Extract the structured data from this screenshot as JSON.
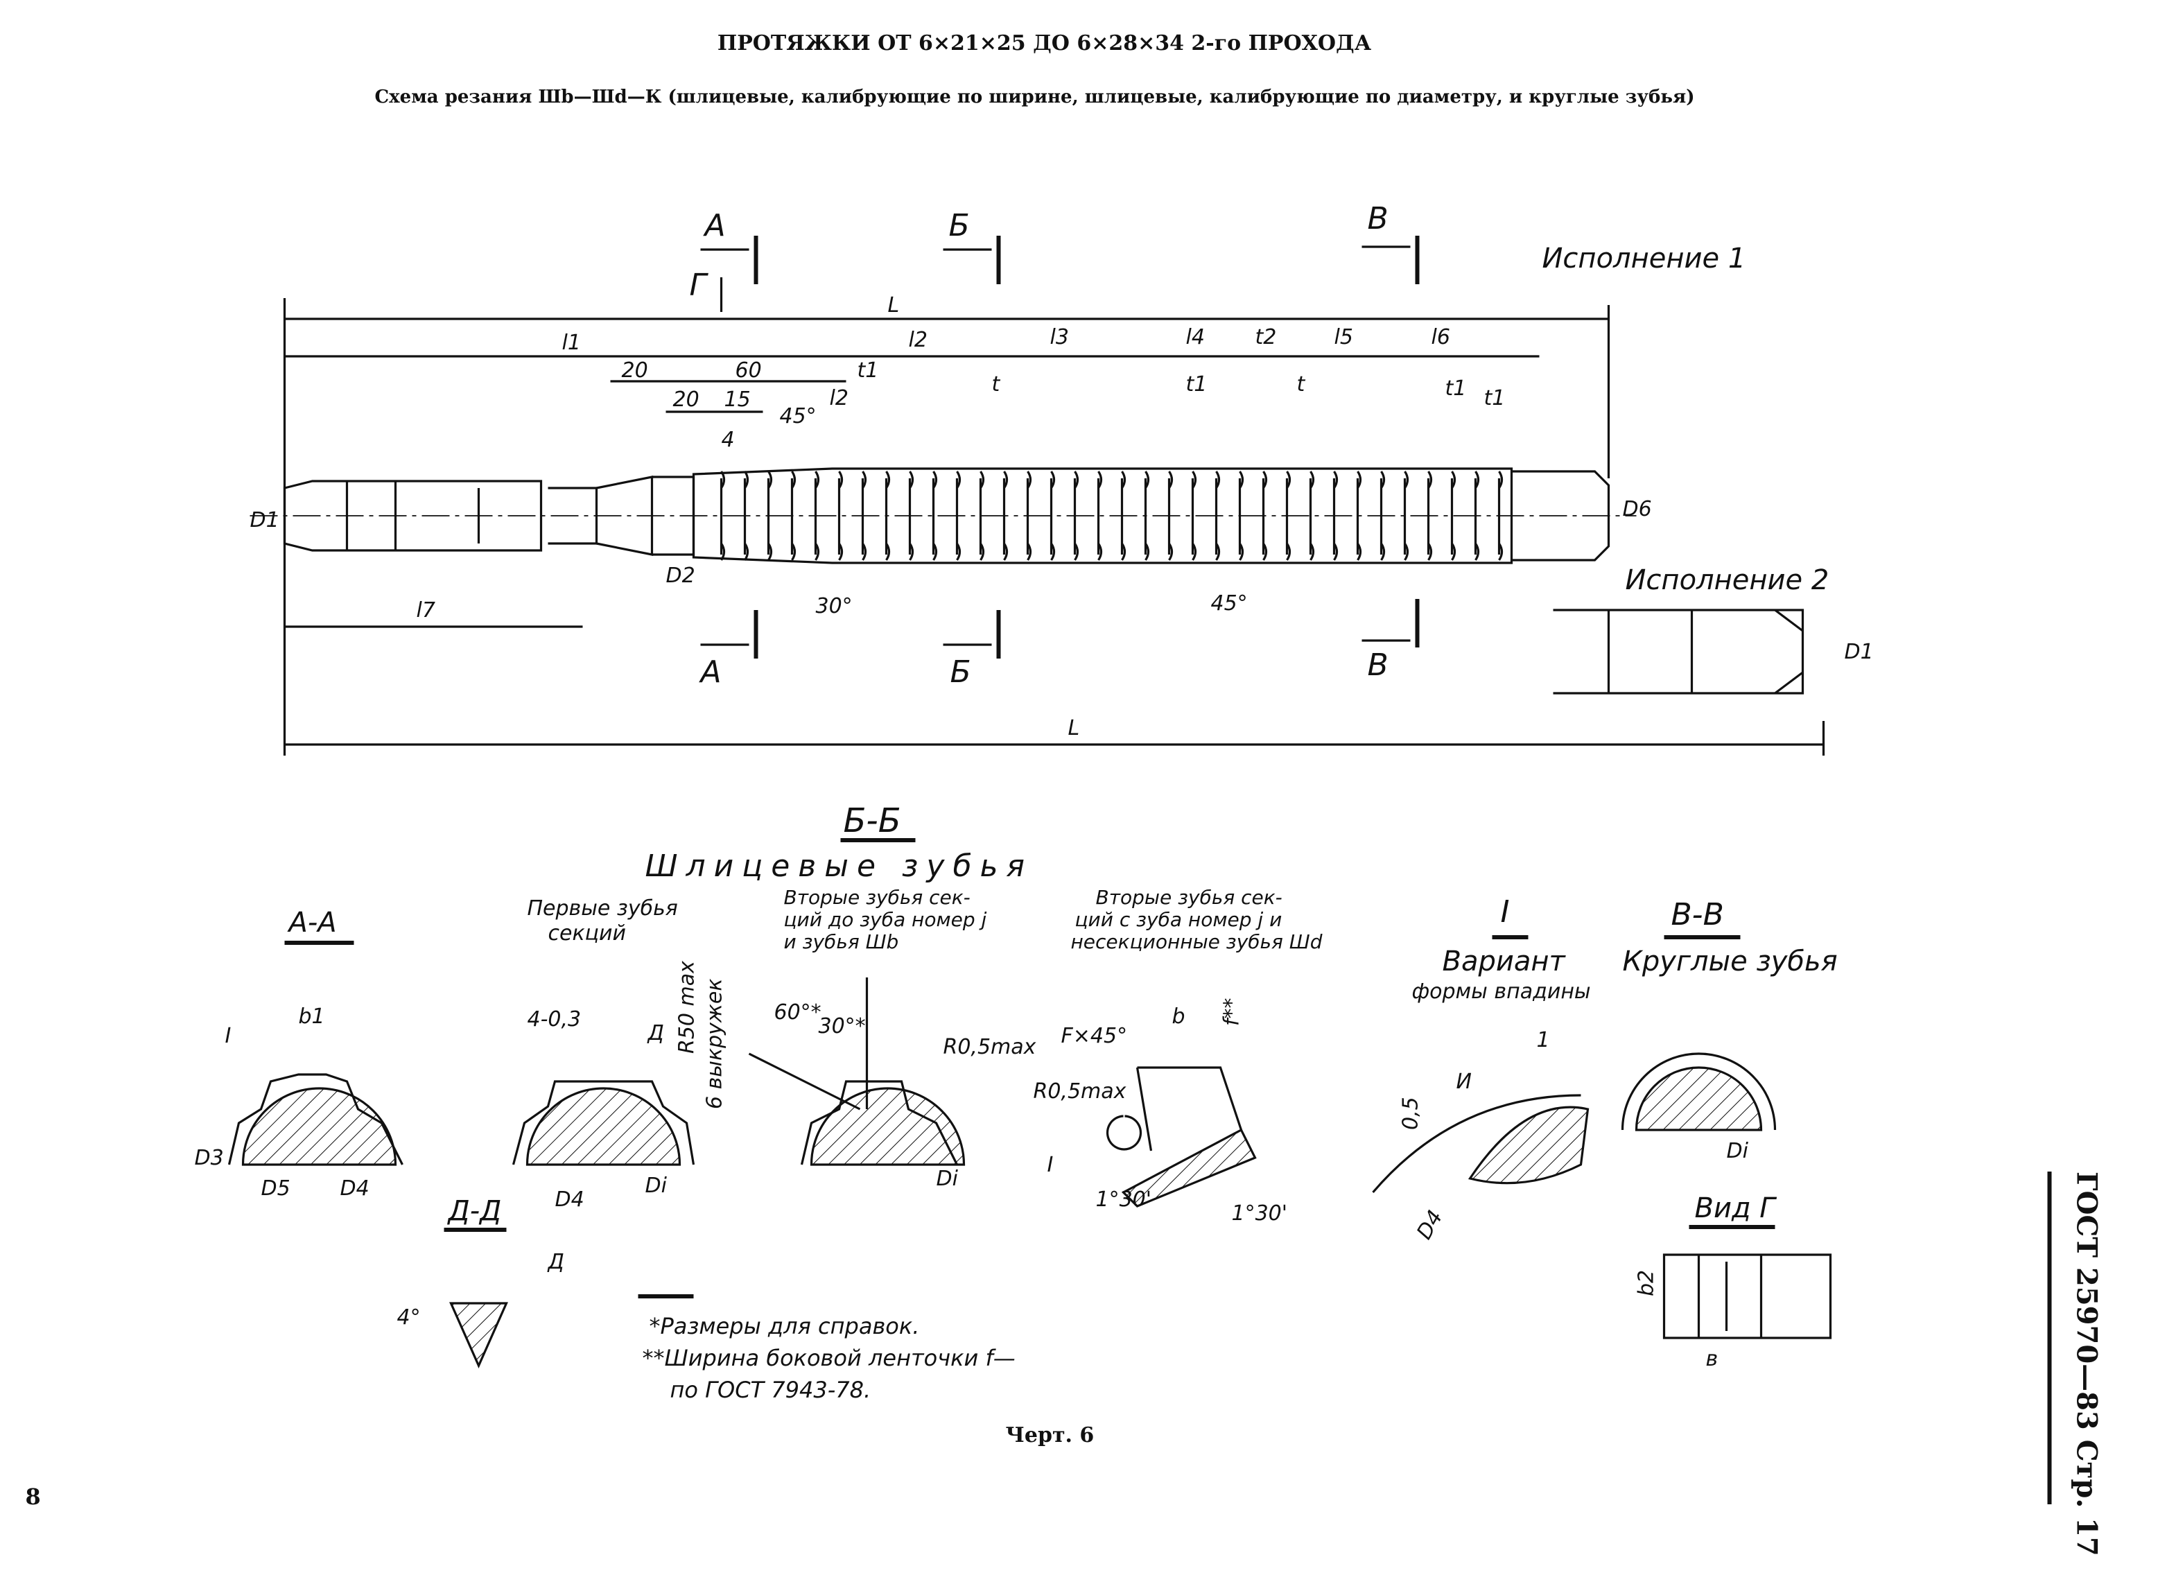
{
  "header": {
    "title": "ПРОТЯЖКИ ОТ 6×21×25 ДО 6×28×34 2-го ПРОХОДА",
    "subtitle": "Схема резания Шb—Шd—К (шлицевые, калибрующие по ширине, шлицевые, калибрующие по диаметру, и круглые зубья)"
  },
  "main_view": {
    "variant1": "Исполнение 1",
    "variant2": "Исполнение 2",
    "section_marks": [
      "А",
      "Б",
      "В",
      "Г"
    ],
    "dims": {
      "L": "L",
      "l1": "l1",
      "l2": "l2",
      "l3": "l3",
      "l4": "l4",
      "l5": "l5",
      "l6": "l6",
      "l7": "l7",
      "t": "t",
      "t1": "t1",
      "t2": "t2",
      "d20a": "20",
      "d60": "60",
      "d20b": "20",
      "d15": "15",
      "d4": "4",
      "a45": "45°",
      "a30": "30°",
      "a45b": "45°",
      "D1": "D1",
      "D2": "D2",
      "D6": "D6"
    }
  },
  "sections": {
    "aa": {
      "title": "А-А",
      "I": "I",
      "b1": "b1",
      "D3": "D3",
      "D5": "D5",
      "D4": "D4"
    },
    "bb": {
      "title": "Б-Б",
      "subtitle": "Шлицевые зубья",
      "first_teeth": [
        "Первые зубья",
        "секций"
      ],
      "second_teeth_a": [
        "Вторые зубья сек-",
        "ций до зуба номер j",
        "и зубья Шb"
      ],
      "second_teeth_b": [
        "Вторые зубья сек-",
        "ций с зуба номер j и",
        "несекционные зубья Шd"
      ],
      "dim_4_03": "4-0,3",
      "D": "Д",
      "R50": "R50 max",
      "relief": "6 выкружек",
      "a60": "60°*",
      "a30": "30°*",
      "R05a": "R0,5max",
      "R05b": "R0,5max",
      "Fx45": "F×45°",
      "b": "b",
      "f": "f**",
      "I": "I",
      "a130a": "1°30'",
      "a130b": "1°30'",
      "Di": "Di",
      "D4": "D4"
    },
    "dd": {
      "title": "Д-Д",
      "a4": "4°"
    },
    "variant_I": {
      "title": "I",
      "caption": [
        "Вариант",
        "формы впадины"
      ],
      "v05": "0,5",
      "v1": "1",
      "vR": "И",
      "D4": "D4"
    },
    "vv": {
      "title": "В-В",
      "caption": "Круглые зубья",
      "Di": "Di"
    },
    "view_g": {
      "title": "Вид Г",
      "b2": "b2",
      "b": "в"
    }
  },
  "notes": {
    "n1": "*Размеры для справок.",
    "n2": "**Ширина боковой ленточки f—",
    "n3": "по ГОСТ 7943-78."
  },
  "figure": "Черт. 6",
  "side": "ГОСТ 25970—83 Стр. 17",
  "page_mark": "8"
}
